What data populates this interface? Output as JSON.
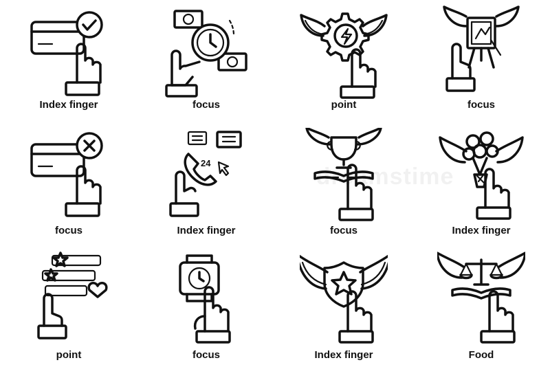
{
  "labels": [
    "Index finger",
    "focus",
    "point",
    "focus",
    "focus",
    "Index finger",
    "focus",
    "Index finger",
    "point",
    "focus",
    "Index finger",
    "Food"
  ],
  "icons": [
    "credit-card-check-icon",
    "money-clock-icon",
    "winged-gear-lightning-icon",
    "winged-easel-icon",
    "credit-card-cross-icon",
    "phone-24-chat-icon",
    "winged-trophy-book-icon",
    "winged-flower-bouquet-icon",
    "rating-stars-heart-icon",
    "smartwatch-icon",
    "winged-shield-star-icon",
    "winged-scales-book-icon"
  ],
  "phone_badge": "24",
  "watermark": "dreamstime"
}
